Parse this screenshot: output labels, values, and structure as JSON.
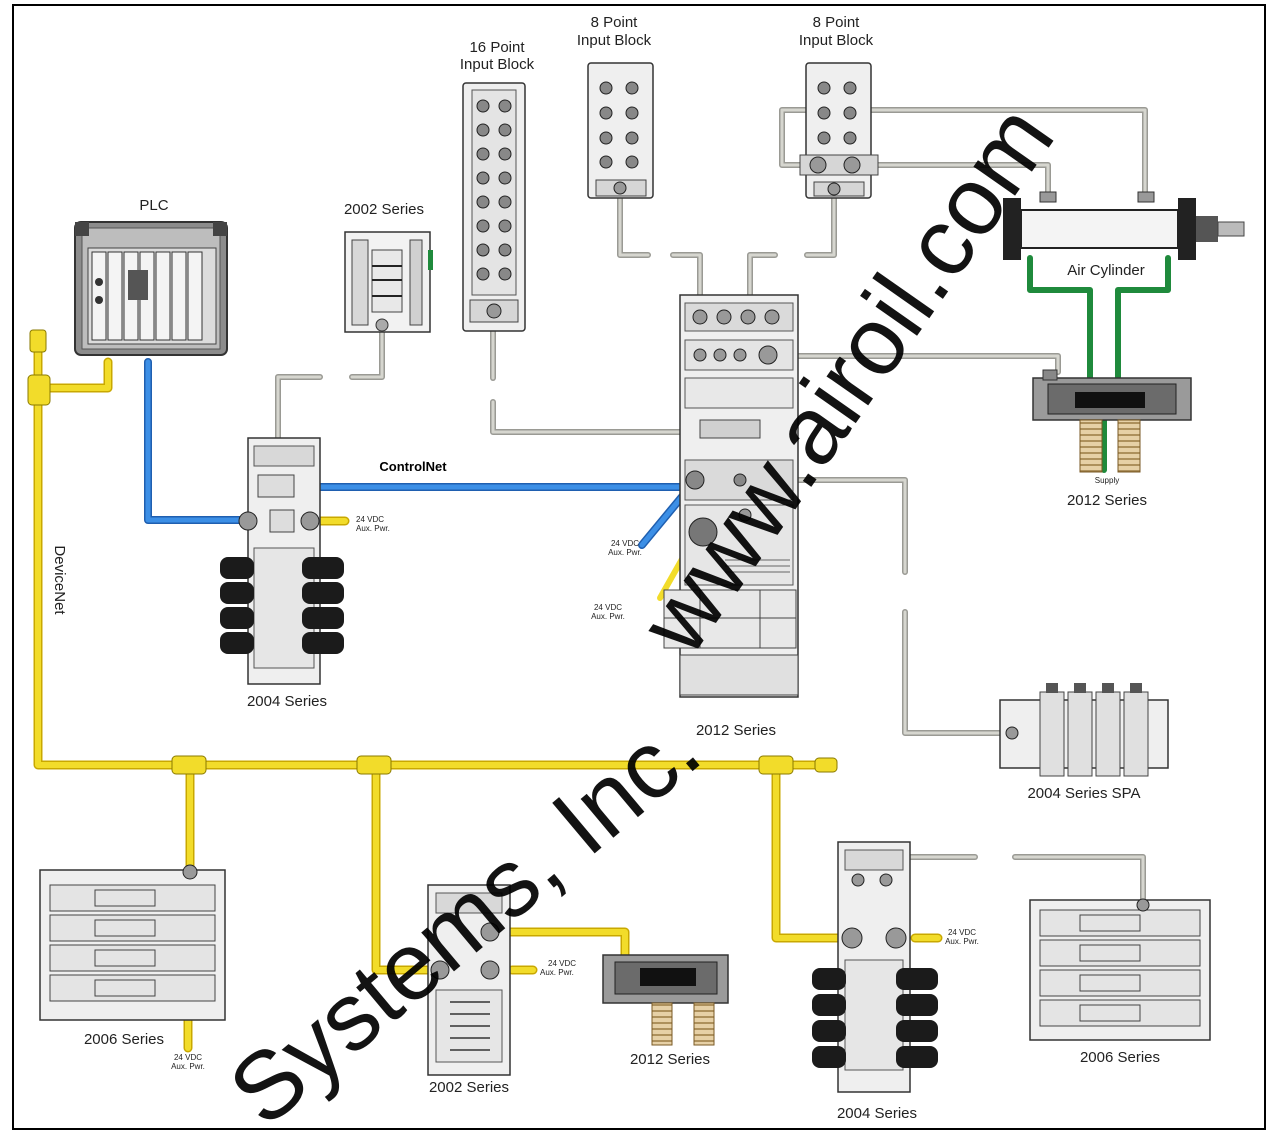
{
  "labels": {
    "plc": "PLC",
    "s2002_top": "2002 Series",
    "in16_line1": "16 Point",
    "in16_line2": "Input Block",
    "in8a_line1": "8 Point",
    "in8a_line2": "Input Block",
    "in8b_line1": "8 Point",
    "in8b_line2": "Input Block",
    "air_cylinder": "Air Cylinder",
    "supply": "Supply",
    "s2012_right": "2012 Series",
    "controlnet": "ControlNet",
    "aux_a1": "24 VDC",
    "aux_a2": "Aux. Pwr.",
    "aux_b1": "24 VDC",
    "aux_b2": "Aux. Pwr.",
    "aux_c1": "24 VDC",
    "aux_c2": "Aux. Pwr.",
    "aux_d1": "24 VDC",
    "aux_d2": "Aux. Pwr.",
    "aux_e1": "24 VDC",
    "aux_e2": "Aux. Pwr.",
    "aux_f1": "24 VDC",
    "aux_f2": "Aux. Pwr.",
    "devicenet": "DeviceNet",
    "s2004_left": "2004 Series",
    "s2012_center": "2012 Series",
    "s2004_spa": "2004 Series SPA",
    "s2006_left": "2006 Series",
    "s2002_bottom": "2002 Series",
    "s2012_bottom": "2012 Series",
    "s2004_bottom": "2004 Series",
    "s2006_right": "2006 Series"
  },
  "watermark": "www.airoil.com",
  "watermark2": "Systems, Inc.",
  "colors": {
    "devicenet": "#f2dc2a",
    "controlnet": "#2f80d8",
    "pneumatic": "#1f8a3c",
    "cable": "#c9c9c2"
  }
}
